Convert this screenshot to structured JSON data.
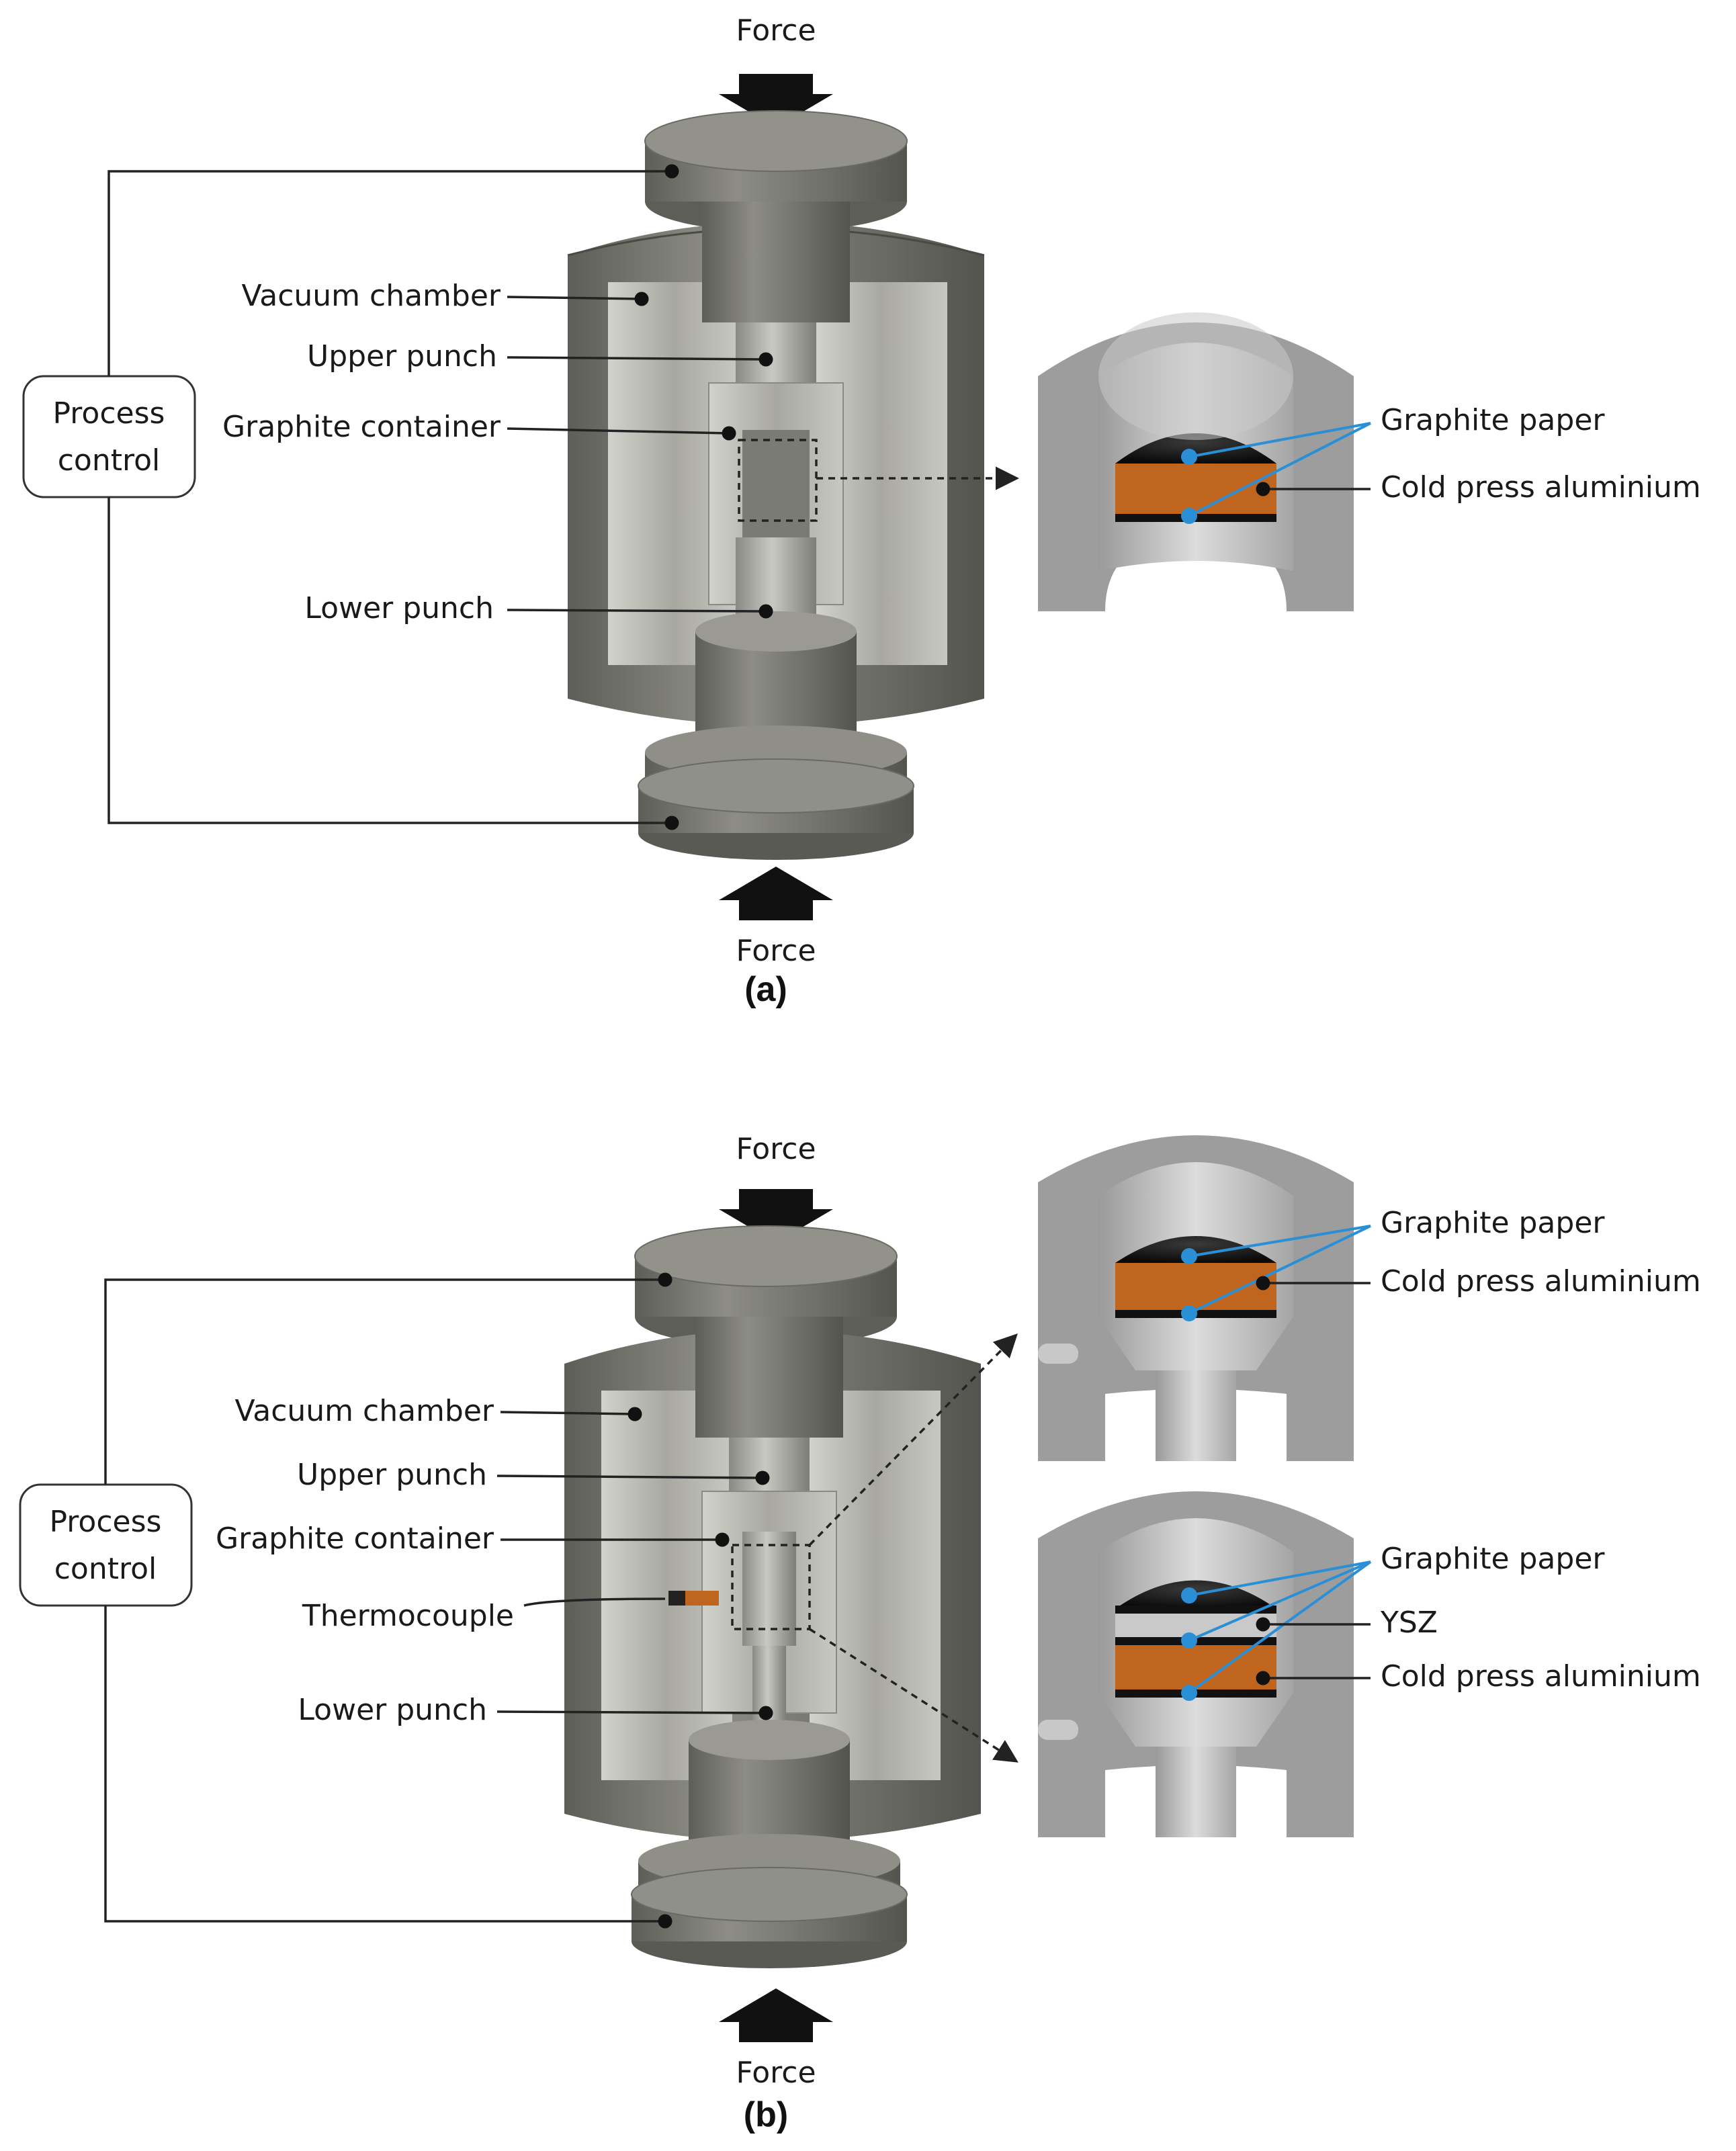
{
  "figure": {
    "panel_a": {
      "caption": "(a)",
      "force_top": "Force",
      "force_bottom": "Force",
      "process_control": [
        "Process",
        "control"
      ],
      "labels": {
        "vacuum_chamber": "Vacuum chamber",
        "upper_punch": "Upper punch",
        "graphite_container": "Graphite container",
        "lower_punch": "Lower punch"
      },
      "detail": {
        "graphite_paper": "Graphite paper",
        "cold_press_aluminium": "Cold press aluminium"
      }
    },
    "panel_b": {
      "caption": "(b)",
      "force_top": "Force",
      "force_bottom": "Force",
      "process_control": [
        "Process",
        "control"
      ],
      "labels": {
        "vacuum_chamber": "Vacuum chamber",
        "upper_punch": "Upper punch",
        "graphite_container": "Graphite container",
        "thermocouple": "Thermocouple",
        "lower_punch": "Lower punch"
      },
      "detail_1": {
        "graphite_paper": "Graphite paper",
        "cold_press_aluminium": "Cold press aluminium"
      },
      "detail_2": {
        "graphite_paper": "Graphite paper",
        "ysz": "YSZ",
        "cold_press_aluminium": "Cold press aluminium"
      }
    }
  },
  "colors": {
    "metal_dark": "#6b6b64",
    "metal_mid": "#8c8c85",
    "metal_light": "#b5b5ae",
    "aluminium": "#c0651e",
    "graphite": "#111111",
    "leader_blue": "#2b8fd6"
  }
}
